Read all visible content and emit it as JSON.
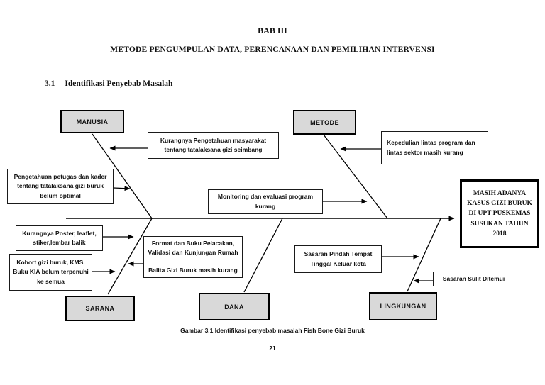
{
  "page": {
    "title": "BAB III",
    "subtitle": "METODE PENGUMPULAN DATA, PERENCANAAN DAN PEMILIHAN INTERVENSI",
    "section": {
      "number": "3.1",
      "title": "Identifikasi Penyebab Masalah"
    },
    "caption": "Gambar 3.1 Identifikasi penyebab masalah Fish Bone Gizi Buruk",
    "page_number": "21"
  },
  "diagram": {
    "type": "fishbone",
    "effect": "MASIH ADANYA KASUS GIZI BURUK DI UPT PUSKEMAS SUSUKAN TAHUN 2018",
    "category_labels": {
      "manusia": "MANUSIA",
      "metode": "METODE",
      "sarana": "SARANA",
      "dana": "DANA",
      "lingkungan": "LINGKUNGAN"
    },
    "causes": {
      "kurangnya_pengetahuan": "Kurangnya Pengetahuan masyarakat tentang tatalaksana gizi seimbang",
      "kepedulian": "Kepedulian lintas program dan lintas sektor masih kurang",
      "pengetahuan_petugas": "Pengetahuan petugas dan kader tentang tatalaksana gizi buruk belum optimal",
      "monitoring": "Monitoring dan evaluasi program kurang",
      "poster": "Kurangnya Poster, leaflet, stiker,lembar balik",
      "kohort": "Kohort gizi buruk, KMS, Buku KIA belum terpenuhi ke semua",
      "format_line1": "Format dan Buku Pelacakan, Validasi dan Kunjungan Rumah",
      "format_line2": "Balita Gizi Buruk masih kurang",
      "sasaran_pindah": "Sasaran Pindah Tempat Tinggal Keluar kota",
      "sasaran_sulit": "Sasaran Sulit Ditemui"
    },
    "structure": {
      "manusia": [
        "kurangnya_pengetahuan",
        "pengetahuan_petugas"
      ],
      "metode": [
        "kepedulian",
        "monitoring"
      ],
      "sarana": [
        "poster",
        "kohort",
        "format_line1"
      ],
      "dana": [],
      "lingkungan": [
        "sasaran_pindah",
        "sasaran_sulit"
      ]
    },
    "colors": {
      "category_fill": "#d9d9d9",
      "line": "#000000",
      "box_border": "#000000"
    }
  }
}
